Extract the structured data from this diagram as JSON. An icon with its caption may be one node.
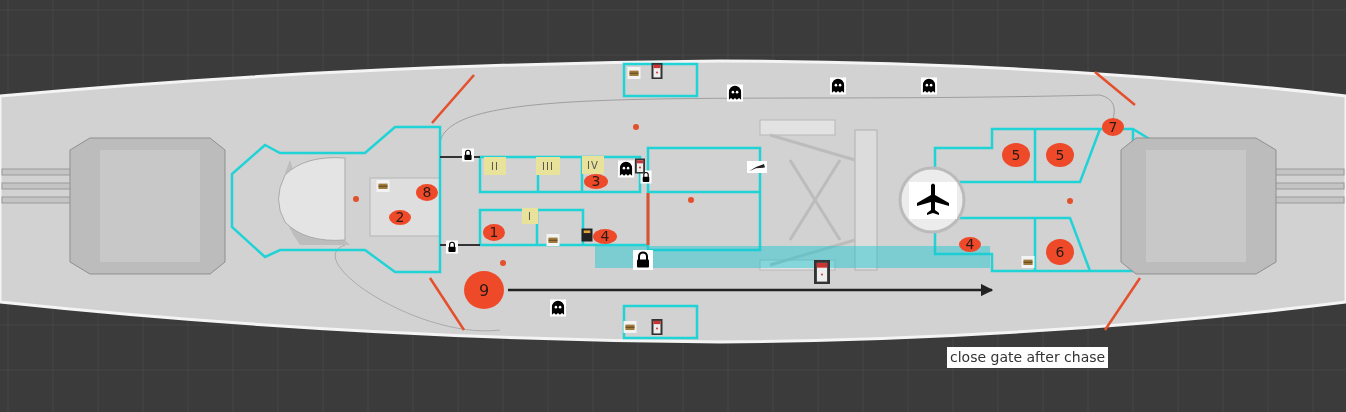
{
  "diagram": {
    "labels": [
      "7",
      "II",
      "III",
      "IV",
      "5",
      "5",
      "3",
      "8",
      "2",
      "I",
      "1",
      "4",
      "4",
      "6",
      "9",
      "close gate after chase"
    ]
  }
}
